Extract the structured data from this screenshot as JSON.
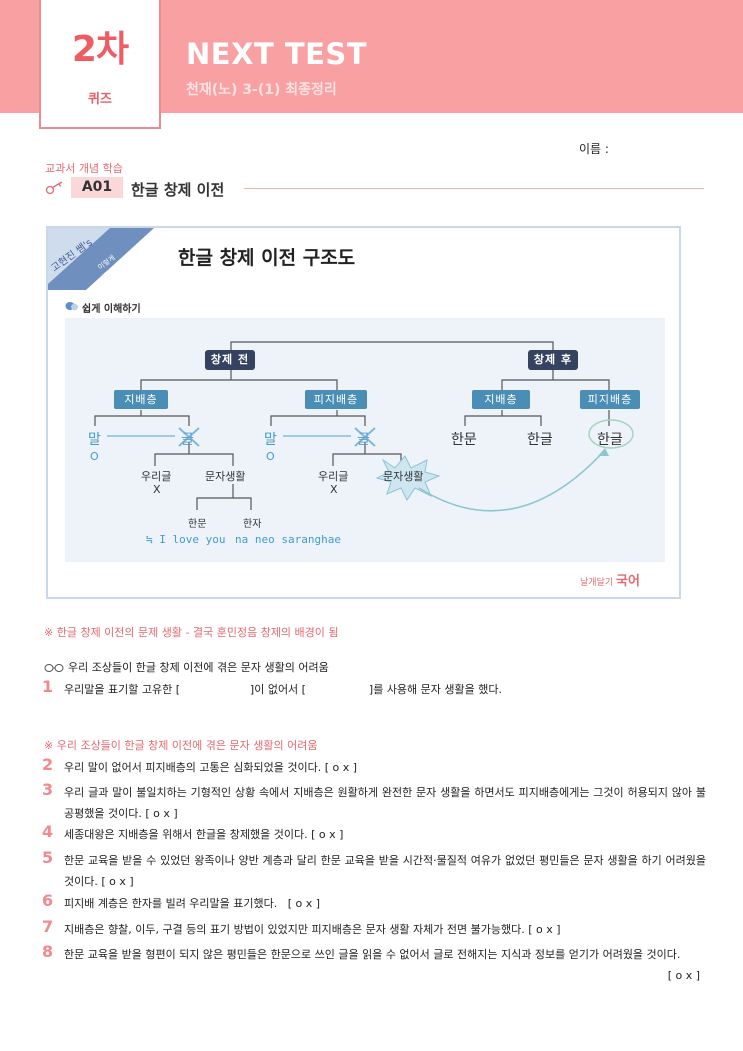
{
  "header": {
    "round": "2차",
    "round_label": "퀴즈",
    "title": "NEXT TEST",
    "subtitle": "천재(노) 3-(1) 최종정리"
  },
  "name_label": "이름 :",
  "section": {
    "label": "교과서 개념 학습",
    "code": "A01",
    "title": "한글 창제 이전"
  },
  "panel": {
    "corner_top": "고현진 쌤's",
    "corner_small1": "이렇게",
    "corner_small2": "생각해쓰!",
    "title": "한글 창제 이전 구조도",
    "easy_label": "쉽게 이해하기",
    "brand_small": "날개달기",
    "brand_big": "국어"
  },
  "diagram": {
    "before": "창제 전",
    "after": "창제 후",
    "ruling1": "지배층",
    "ruled1": "피지배층",
    "ruling2": "지배층",
    "ruled2": "피지배층",
    "speech1": "말",
    "o1": "O",
    "writing1": "글",
    "speech2": "말",
    "o2": "O",
    "writing2": "글",
    "hanmun_after": "한문",
    "hangul_after1": "한글",
    "hangul_after2": "한글",
    "ourwriting1": "우리글",
    "x1": "X",
    "literacy1": "문자생활",
    "ourwriting2": "우리글",
    "x2": "X",
    "literacy2": "문자생활",
    "hanmun": "한문",
    "hanja": "한자",
    "ex1": "≒ I love you",
    "ex2": "na neo saranghae"
  },
  "note1": "※ 한글 창제 이전의 문제 생활 - 결국 훈민정음 창제의 배경이 됨",
  "intro": "우리 조상들이 한글 창제 이전에 겪은 문자 생활의 어려움",
  "q1": {
    "num": "1",
    "text": "우리말을 표기할 고유한 [                    ]이 없어서 [                  ]를 사용해 문자 생활을 했다."
  },
  "note2": "※ 우리 조상들이 한글 창제 이전에 겪은 문자 생활의 어려움",
  "questions": [
    {
      "num": "2",
      "text": "우리 말이 없어서 피지배층의 고통은 심화되었을 것이다. [ o x ]"
    },
    {
      "num": "3",
      "text": "우리 글과 말이 불일치하는 기형적인 상황 속에서 지배층은 원활하게 완전한 문자 생활을 하면서도 피지배층에게는 그것이 허용되지 않아 불공평했을 것이다. [ o x ]"
    },
    {
      "num": "4",
      "text": "세종대왕은 지배층을 위해서 한글을 창제했을 것이다. [ o x ]"
    },
    {
      "num": "5",
      "text": "한문 교육을 받을 수 있었던 왕족이나 양반 계층과 달리 한문 교육을 받을 시간적·물질적 여유가 없었던 평민들은 문자 생활을 하기 어려웠을 것이다. [ o x ]"
    },
    {
      "num": "6",
      "text": "피지배 계층은 한자를 빌려 우리말을 표기했다.   [ o x ]"
    },
    {
      "num": "7",
      "text": "지배층은 향찰, 이두, 구결 등의 표기 방법이 있었지만 피지배층은 문자 생활 자체가 전면 불가능했다. [ o x ]"
    },
    {
      "num": "8",
      "text": "한문 교육을 받을 형편이 되지 않은 평민들은 한문으로 쓰인 글을 읽을 수 없어서 글로 전해지는 지식과 정보를 얻기가 어려웠을 것이다.",
      "tail": "[ o x ]"
    }
  ]
}
